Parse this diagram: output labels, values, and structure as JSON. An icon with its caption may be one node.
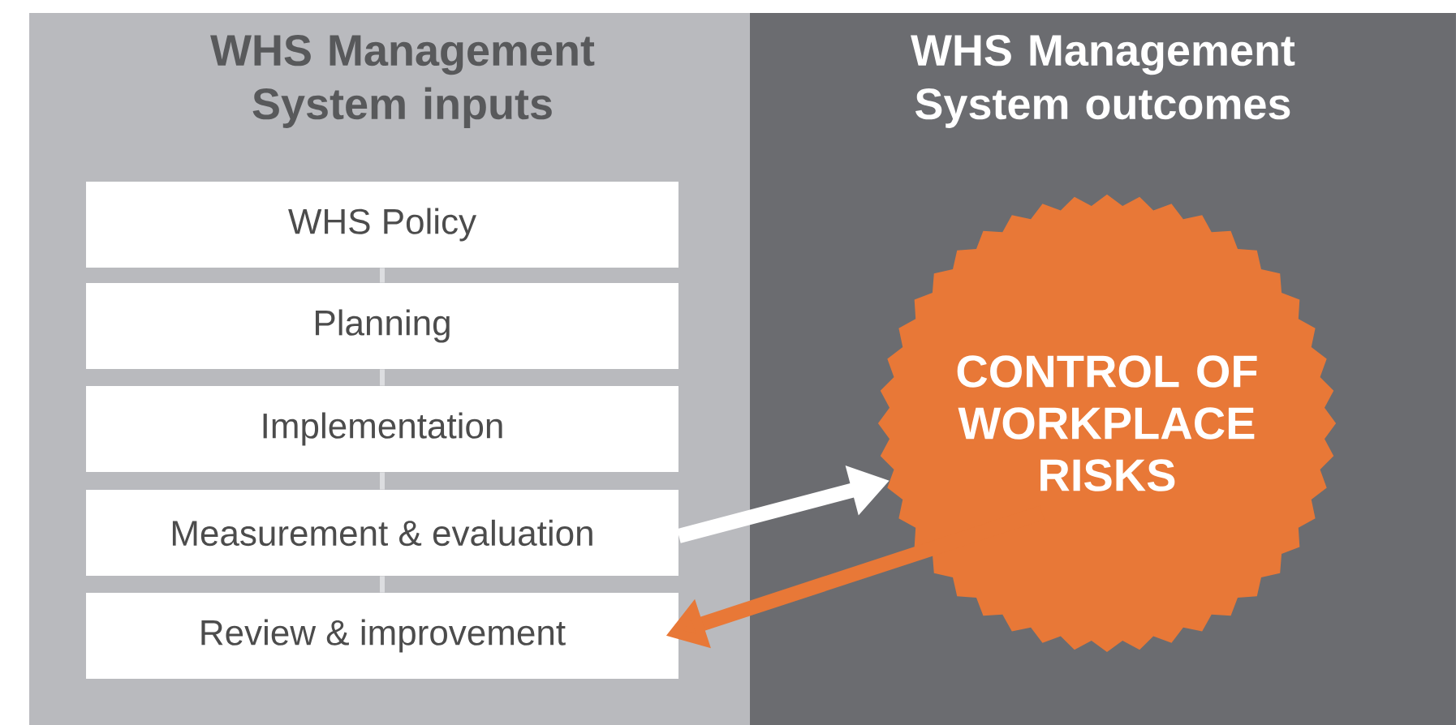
{
  "diagram": {
    "nodes": [
      {
        "text": [
          "WHS Management System inputs"
        ]
      },
      {
        "text": [
          "WHS Management System outcomes"
        ]
      },
      {
        "text": [
          "WHS Policy"
        ],
        "in": 0
      },
      {
        "text": [
          "Planning"
        ],
        "in": 0
      },
      {
        "text": [
          "Implementation"
        ],
        "in": 0
      },
      {
        "text": [
          "Measurement & evaluation"
        ],
        "in": 0
      },
      {
        "text": [
          "Review & improvement"
        ],
        "in": 0
      },
      {
        "text": [
          "CONTROL OF WORKPLACE RISKS"
        ],
        "in": 1
      }
    ],
    "edges": [
      {
        "from": 2,
        "to": 3,
        "arrow": "none"
      },
      {
        "from": 3,
        "to": 4,
        "arrow": "none"
      },
      {
        "from": 4,
        "to": 5,
        "arrow": "none"
      },
      {
        "from": 5,
        "to": 6,
        "arrow": "none"
      },
      {
        "from": 5,
        "to": 7,
        "arrow": "to",
        "style": "thick",
        "color": "#ffffff"
      },
      {
        "from": 7,
        "to": 6,
        "arrow": "to",
        "style": "thick",
        "color": "#e87837"
      }
    ]
  }
}
